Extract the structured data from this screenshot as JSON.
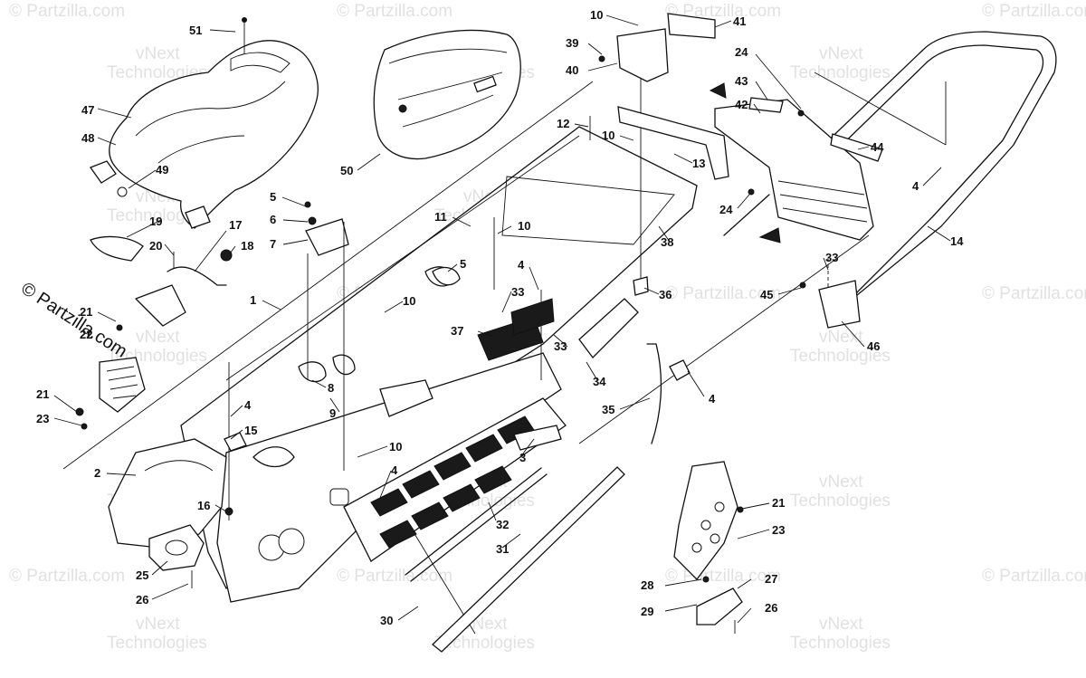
{
  "watermarks": {
    "site": "© Partzilla.com",
    "site_tiled": "© Partzilla.com",
    "vnext_line1": "vNext",
    "vnext_line2": "Technologies"
  },
  "callouts": [
    "1",
    "2",
    "3",
    "4",
    "5",
    "6",
    "7",
    "8",
    "9",
    "10",
    "11",
    "12",
    "13",
    "14",
    "15",
    "16",
    "17",
    "18",
    "19",
    "20",
    "21",
    "22",
    "23",
    "24",
    "25",
    "26",
    "27",
    "28",
    "29",
    "30",
    "31",
    "32",
    "33",
    "34",
    "35",
    "36",
    "37",
    "38",
    "39",
    "40",
    "41",
    "42",
    "43",
    "44",
    "45",
    "46",
    "47",
    "48",
    "49",
    "50",
    "51"
  ]
}
